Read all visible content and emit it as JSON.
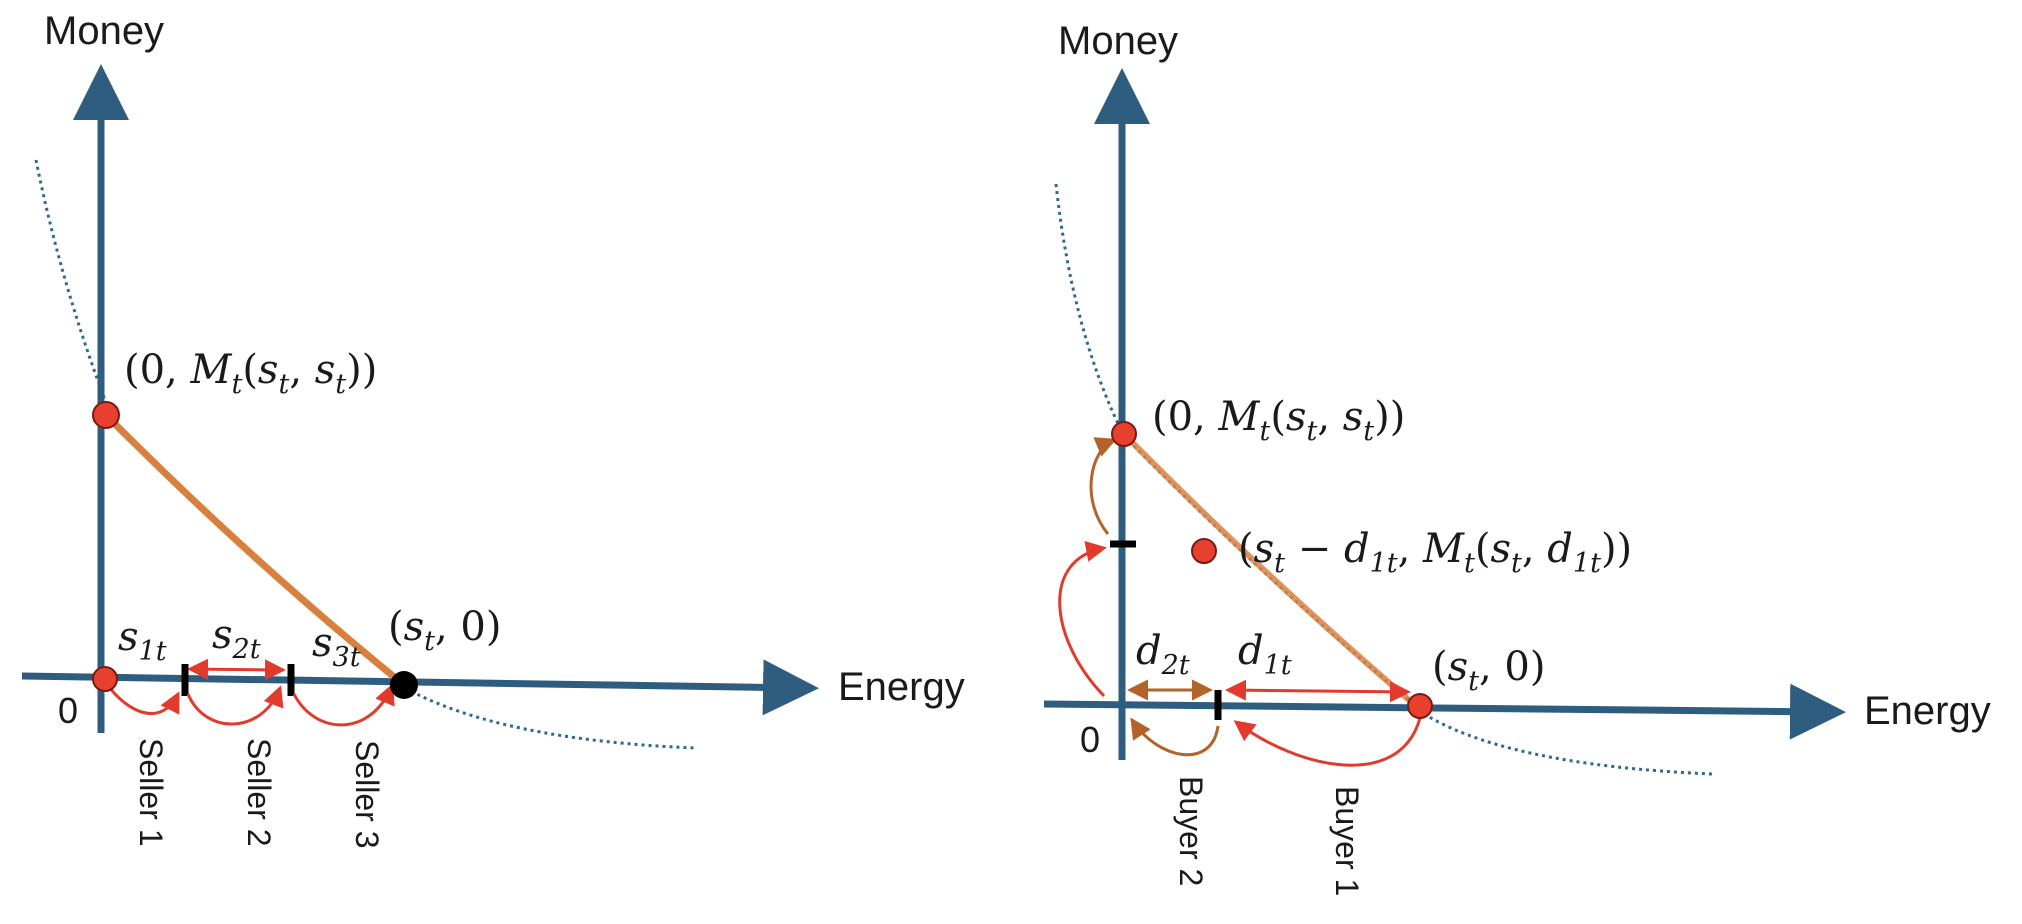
{
  "colors": {
    "axis": "#2e5d80",
    "curve": "#d8813f",
    "curve_dotted": "#2e6a8e",
    "transfer_red": "#e23a2c",
    "transfer_brown": "#b3622a",
    "point_red": "#e8402e",
    "point_black": "#000000"
  },
  "left_panel": {
    "y_axis_label": "Money",
    "x_axis_label": "Energy",
    "origin_label": "0",
    "top_point": {
      "lead": "(0, ",
      "func": "M",
      "sub": "t",
      "args_a": "s",
      "args_a_sub": "t",
      "args_b": "s",
      "args_b_sub": "t",
      "close": "))"
    },
    "end_point": {
      "lead": "(",
      "var": "s",
      "sub": "t",
      "tail": ", 0)"
    },
    "segments": [
      {
        "var": "s",
        "sub": "1t"
      },
      {
        "var": "s",
        "sub": "2t"
      },
      {
        "var": "s",
        "sub": "3t"
      }
    ],
    "agents": [
      "Seller 1",
      "Seller 2",
      "Seller 3"
    ]
  },
  "right_panel": {
    "y_axis_label": "Money",
    "x_axis_label": "Energy",
    "origin_label": "0",
    "top_point": {
      "lead": "(0, ",
      "func": "M",
      "sub": "t",
      "args_a": "s",
      "args_a_sub": "t",
      "args_b": "s",
      "args_b_sub": "t",
      "close": "))"
    },
    "mid_point": {
      "lead": "(",
      "var1": "s",
      "var1_sub": "t",
      "minus": " − ",
      "var2": "d",
      "var2_sub": "1t",
      "comma": ", ",
      "func": "M",
      "func_sub": "t",
      "args_a": "s",
      "args_a_sub": "t",
      "args_b": "d",
      "args_b_sub": "1t",
      "close": "))"
    },
    "end_point": {
      "lead": "(",
      "var": "s",
      "sub": "t",
      "tail": ", 0)"
    },
    "segments": [
      {
        "var": "d",
        "sub": "2t"
      },
      {
        "var": "d",
        "sub": "1t"
      }
    ],
    "agents": [
      "Buyer 2",
      "Buyer 1"
    ]
  }
}
